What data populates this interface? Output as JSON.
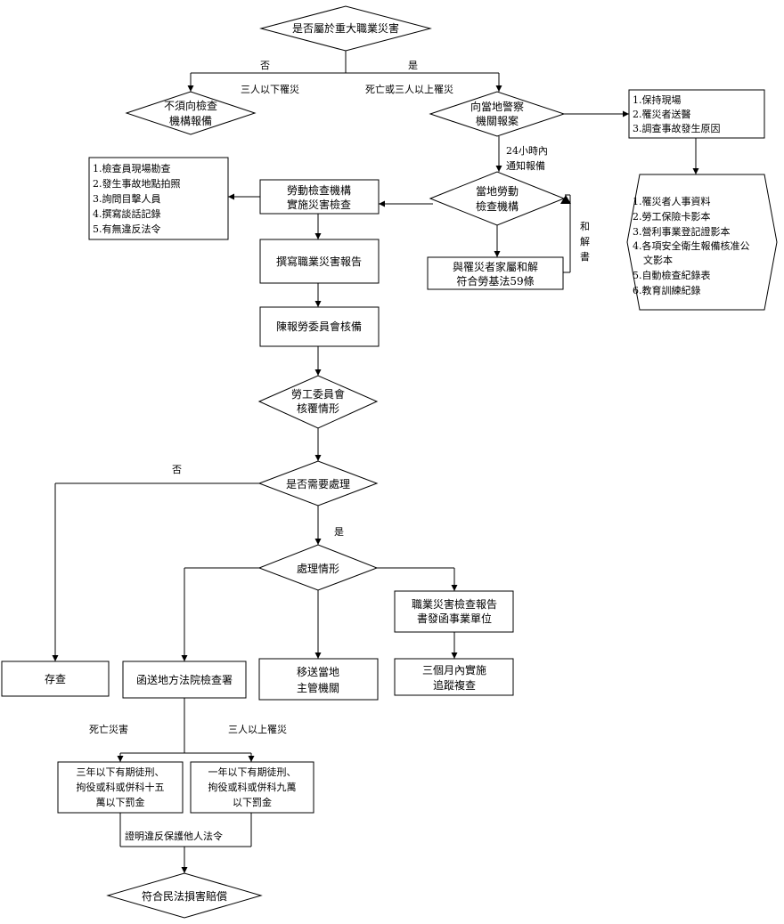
{
  "nodes": {
    "decision_major": "是否屬於重大職業災害",
    "no_report_1": "不須向檢查",
    "no_report_2": "機構報備",
    "police_1": "向當地警察",
    "police_2": "機關報案",
    "keep_list": [
      "1.保持現場",
      "2.罹災者送醫",
      "3.調查事故發生原因"
    ],
    "docs_list": [
      "1.罹災者人事資料",
      "2.勞工保險卡影本",
      "3.營利事業登記證影本",
      "4.各項安全衛生報備核准公",
      "文影本",
      "5.自動檢查紀錄表",
      "6.教育訓練紀錄"
    ],
    "labor_agency_1": "當地勞動",
    "labor_agency_2": "檢查機構",
    "inspect_list": [
      "1.檢查員現場勘查",
      "2.發生事故地點拍照",
      "3.詢問目擊人員",
      "4.撰寫談話記錄",
      "5.有無違反法令"
    ],
    "implement_1": "勞動檢查機構",
    "implement_2": "實施災害檢查",
    "write_report": "撰寫職業災害報告",
    "submit_council": "陳報勞委員會核備",
    "council_review_1": "勞工委員會",
    "council_review_2": "核覆情形",
    "settlement_1": "與罹災者家屬和解",
    "settlement_2": "符合勞基法59條",
    "need_handle": "是否需要處理",
    "handle_status": "處理情形",
    "report_send_1": "職業災害檢查報告",
    "report_send_2": "書發函事業單位",
    "archive": "存查",
    "prosecutor": "函送地方法院檢查署",
    "transfer_1": "移送當地",
    "transfer_2": "主管機關",
    "follow_up_1": "三個月內實施",
    "follow_up_2": "追蹤複查",
    "penalty_death": [
      "三年以下有期徒刑、",
      "拘役或科或併科十五",
      "萬以下罰金"
    ],
    "penalty_three": [
      "一年以下有期徒刑、",
      "拘役或科或併科九萬",
      "以下罰金"
    ],
    "civil_1": "符合民法損害賠償"
  },
  "labels": {
    "no": "否",
    "yes": "是",
    "three_below": "三人以下罹災",
    "death_or_three": "死亡或三人以上罹災",
    "notify_1": "24小時內",
    "notify_2": "通知報備",
    "settle_vertical": [
      "和",
      "解",
      "書"
    ],
    "no_2": "否",
    "yes_2": "是",
    "death_case": "死亡災害",
    "three_above": "三人以上罹災",
    "prove_violation": "證明違反保護他人法令"
  }
}
